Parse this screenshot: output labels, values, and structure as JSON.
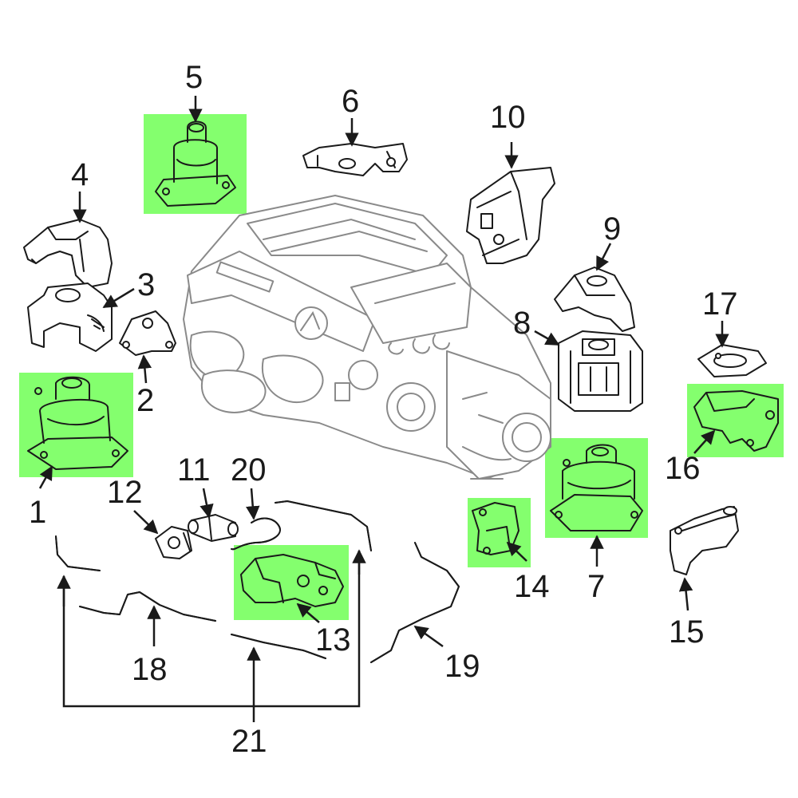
{
  "colors": {
    "highlight": "#7dff66",
    "line": "#1a1a1a",
    "engine": "#8a8a8a",
    "background": "#ffffff"
  },
  "callouts": {
    "c1": "1",
    "c2": "2",
    "c3": "3",
    "c4": "4",
    "c5": "5",
    "c6": "6",
    "c7": "7",
    "c8": "8",
    "c9": "9",
    "c10": "10",
    "c11": "11",
    "c12": "12",
    "c13": "13",
    "c14": "14",
    "c15": "15",
    "c16": "16",
    "c17": "17",
    "c18": "18",
    "c19": "19",
    "c20": "20",
    "c21": "21"
  },
  "highlighted_parts": [
    "1",
    "5",
    "7",
    "13",
    "14",
    "16"
  ]
}
